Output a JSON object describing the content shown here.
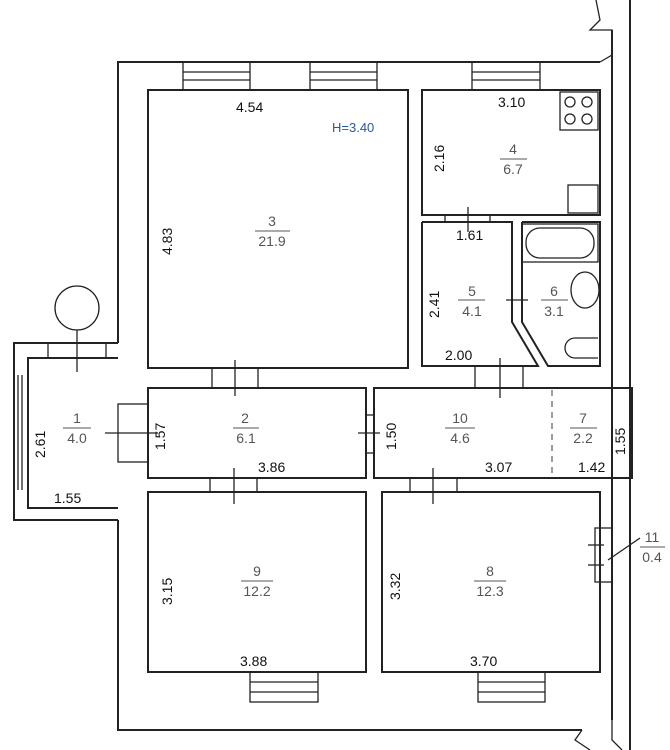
{
  "plan": {
    "ceiling_height": "H=3.40",
    "rooms": [
      {
        "no": "1",
        "area": "4.0",
        "dims": [
          "2.61",
          "1.55"
        ]
      },
      {
        "no": "2",
        "area": "6.1",
        "dims": [
          "1.57",
          "3.86"
        ]
      },
      {
        "no": "3",
        "area": "21.9",
        "dims": [
          "4.54",
          "4.83"
        ]
      },
      {
        "no": "4",
        "area": "6.7",
        "dims": [
          "3.10",
          "2.16"
        ]
      },
      {
        "no": "5",
        "area": "4.1",
        "dims": [
          "1.61",
          "2.41",
          "2.00"
        ]
      },
      {
        "no": "6",
        "area": "3.1",
        "dims": []
      },
      {
        "no": "7",
        "area": "2.2",
        "dims": [
          "1.55",
          "1.42"
        ]
      },
      {
        "no": "8",
        "area": "12.3",
        "dims": [
          "3.32",
          "3.70"
        ]
      },
      {
        "no": "9",
        "area": "12.2",
        "dims": [
          "3.15",
          "3.88"
        ]
      },
      {
        "no": "10",
        "area": "4.6",
        "dims": [
          "1.50",
          "3.07"
        ]
      },
      {
        "no": "11",
        "area": "0.4",
        "dims": []
      }
    ]
  }
}
